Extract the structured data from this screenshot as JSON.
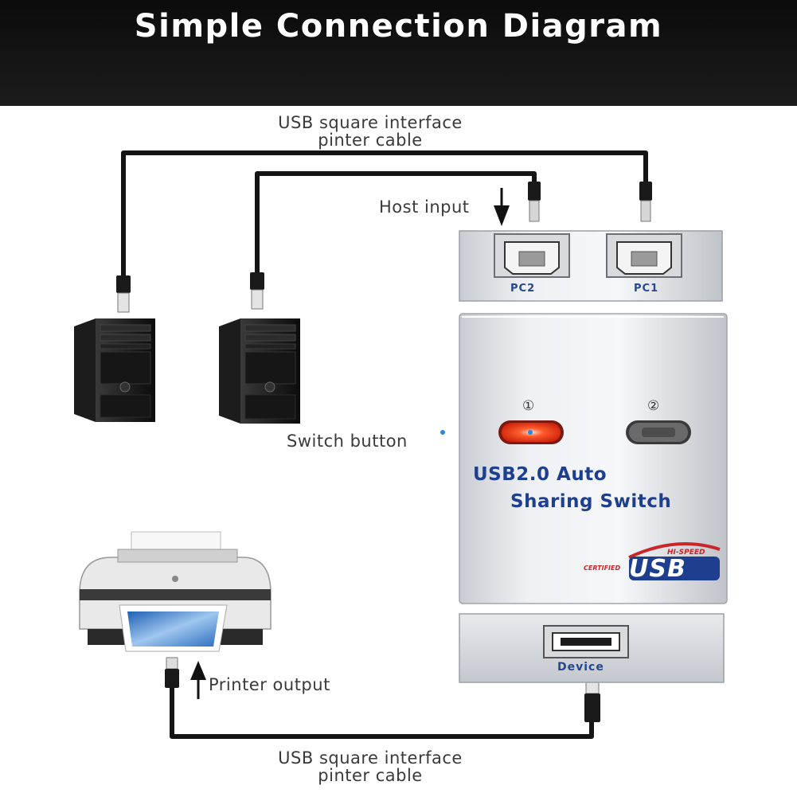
{
  "header": {
    "title": "Simple Connection Diagram"
  },
  "labels": {
    "cable_top_line1": "USB square interface",
    "cable_top_line2": "pinter cable",
    "host_input": "Host input",
    "switch_button": "Switch button",
    "printer_output": "Printer output",
    "cable_bottom_line1": "USB square interface",
    "cable_bottom_line2": "pinter cable"
  },
  "switch": {
    "title_line1": "USB2.0 Auto",
    "title_line2": "Sharing Switch",
    "port_pc2": "PC2",
    "port_pc1": "PC1",
    "port_device": "Device",
    "led1": "①",
    "led2": "②",
    "logo_hi_speed": "HI-SPEED",
    "logo_certified": "CERTIFIED",
    "logo_usb": "USB"
  },
  "colors": {
    "header_bg": "#111111",
    "switch_text": "#1e3f8f",
    "led_active": "#ff3a1a",
    "logo_red": "#c8262a"
  },
  "icons": [
    "computer-tower-icon",
    "printer-icon",
    "usb-b-port-icon",
    "usb-a-port-icon",
    "usb-plug-icon",
    "arrow-down-icon",
    "arrow-up-icon"
  ]
}
